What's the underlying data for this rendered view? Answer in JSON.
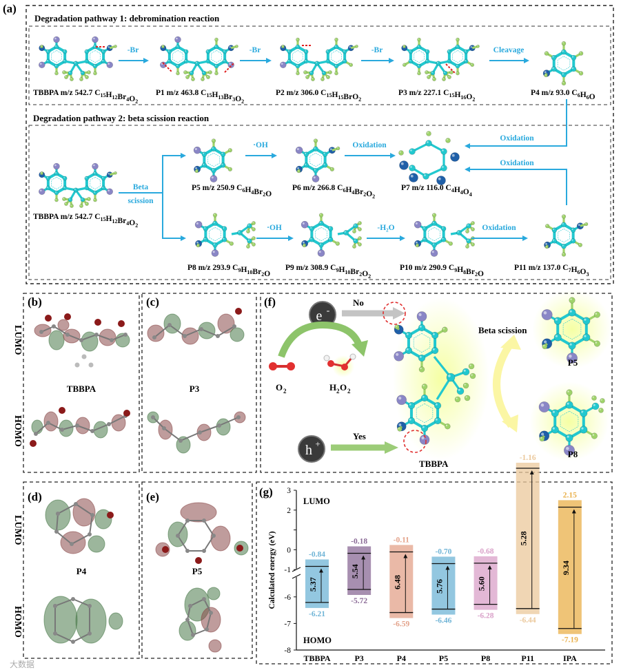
{
  "panel_labels": {
    "a": "(a)",
    "b": "(b)",
    "c": "(c)",
    "d": "(d)",
    "e": "(e)",
    "f": "(f)",
    "g": "(g)"
  },
  "pathway1_title": "Degradation pathway 1: debromination reaction",
  "pathway2_title": "Degradation pathway 2: beta scission reaction",
  "row1": {
    "captions": [
      {
        "name": "TBBPA m/z 542.7",
        "formula": [
          "C",
          "15",
          "H",
          "12",
          "Br",
          "4",
          "O",
          "2"
        ]
      },
      {
        "name": "P1 m/z 463.8",
        "formula": [
          "C",
          "15",
          "H",
          "13",
          "Br",
          "3",
          "O",
          "2"
        ]
      },
      {
        "name": "P2 m/z 306.0",
        "formula": [
          "C",
          "15",
          "H",
          "15",
          "BrO",
          "",
          "",
          "2"
        ]
      },
      {
        "name": "P3 m/z 227.1",
        "formula": [
          "C",
          "15",
          "H",
          "16",
          "O",
          "2",
          "",
          ""
        ]
      },
      {
        "name": "P4 m/z 93.0",
        "formula": [
          "C",
          "6",
          "H",
          "6",
          "O",
          "",
          "",
          ""
        ]
      }
    ],
    "arrows": [
      "-Br",
      "-Br",
      "-Br",
      "Cleavage"
    ]
  },
  "row2": {
    "captions": [
      {
        "name": "P5 m/z 250.9",
        "formula": [
          "C",
          "6",
          "H",
          "4",
          "Br",
          "2",
          "O",
          ""
        ]
      },
      {
        "name": "P6 m/z 266.8",
        "formula": [
          "C",
          "6",
          "H",
          "4",
          "Br",
          "2",
          "O",
          "2"
        ]
      },
      {
        "name": "P7 m/z 116.0",
        "formula": [
          "C",
          "4",
          "H",
          "4",
          "O",
          "4",
          "",
          ""
        ]
      }
    ],
    "arrows": [
      "·OH",
      "Oxidation",
      "Oxidation",
      "Oxidation"
    ]
  },
  "tbbpa2_caption": {
    "name": "TBBPA m/z 542.7",
    "formula": [
      "C",
      "15",
      "H",
      "12",
      "Br",
      "4",
      "O",
      "2"
    ]
  },
  "beta_label": [
    "Beta",
    "scission"
  ],
  "row3": {
    "captions": [
      {
        "name": "P8 m/z 293.9",
        "formula": [
          "C",
          "9",
          "H",
          "10",
          "Br",
          "2",
          "O",
          ""
        ]
      },
      {
        "name": "P9 m/z 308.9",
        "formula": [
          "C",
          "9",
          "H",
          "10",
          "Br",
          "2",
          "O",
          "2"
        ]
      },
      {
        "name": "P10 m/z 290.9",
        "formula": [
          "C",
          "9",
          "H",
          "8",
          "Br",
          "2",
          "O",
          ""
        ]
      },
      {
        "name": "P11 m/z 137.0",
        "formula": [
          "C",
          "7",
          "H",
          "6",
          "O",
          "3",
          "",
          ""
        ]
      }
    ],
    "arrows": [
      "·OH",
      "-H₂O",
      "Oxidation"
    ]
  },
  "orbitals": {
    "lumo": "LUMO",
    "homo": "HOMO",
    "b_name": "TBBPA",
    "c_name": "P3",
    "d_name": "P4",
    "e_name": "P5"
  },
  "panel_f": {
    "electron": "e",
    "electron_sup": "-",
    "hole": "h",
    "hole_sup": "+",
    "no": "No",
    "yes": "Yes",
    "o2": "O",
    "o2_sub": "2",
    "h2o2_a": "H",
    "h2o2_b": "O",
    "h2o2_sub": "2",
    "beta": "Beta scission",
    "tbbpa": "TBBPA",
    "p5": "P5",
    "p8": "P8"
  },
  "colors": {
    "carbon": "#22c8cf",
    "bromine": "#8a86c6",
    "oxygen": "#1f5fa8",
    "hydrogen": "#9fd36a",
    "arrow": "#29a9dd",
    "lumo_lobe": "#8a4a4a",
    "homo_lobe": "#4a7a4a"
  },
  "chart_data": {
    "type": "bar",
    "ylabel": "Calculated energy (eV)",
    "lumo_label": "LUMO",
    "homo_label": "HOMO",
    "categories": [
      "TBBPA",
      "P3",
      "P4",
      "P5",
      "P8",
      "P11",
      "IPA"
    ],
    "lumo": [
      -0.84,
      -0.18,
      -0.11,
      -0.7,
      -0.68,
      -1.16,
      2.15
    ],
    "homo": [
      -6.21,
      -5.72,
      -6.59,
      -6.46,
      -6.28,
      -6.44,
      -7.19
    ],
    "gap": [
      5.37,
      5.54,
      6.48,
      5.76,
      5.6,
      5.28,
      9.34
    ],
    "lumo_text": [
      "-0.84",
      "-0.18",
      "-0.11",
      "-0.70",
      "-0.68",
      "-1.16",
      "2.15"
    ],
    "homo_text": [
      "-6.21",
      "-5.72",
      "-6.59",
      "-6.46",
      "-6.28",
      "-6.44",
      "-7.19"
    ],
    "gap_text": [
      "5.37",
      "5.54",
      "6.48",
      "5.76",
      "5.60",
      "5.28",
      "9.34"
    ],
    "colors": [
      "#6fb4d6",
      "#8a6a96",
      "#e3a28a",
      "#6fb4d6",
      "#d9a0c8",
      "#ebc89b",
      "#e9b04a"
    ],
    "yticks": [
      3,
      2,
      1,
      0,
      -1,
      -6,
      -7,
      -8
    ],
    "ytick_labels": [
      "3",
      "2",
      "",
      "0",
      "-1",
      "-6",
      "-7",
      "-8"
    ],
    "broken_axis": true
  },
  "watermark": "大数据"
}
